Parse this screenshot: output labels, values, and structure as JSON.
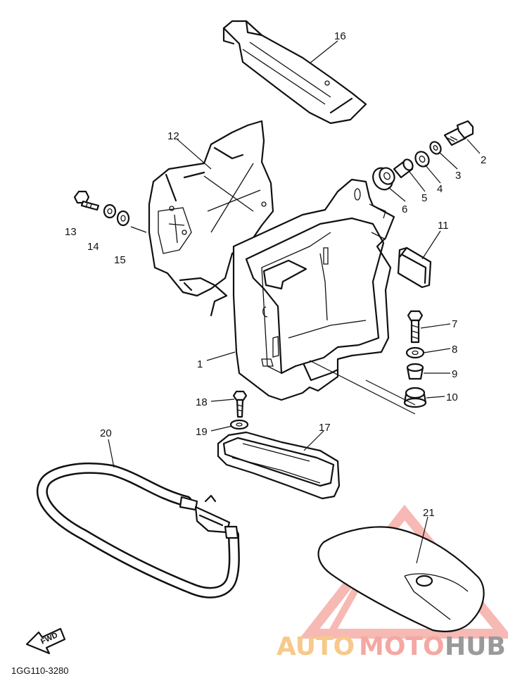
{
  "callouts": [
    "1",
    "2",
    "3",
    "4",
    "5",
    "6",
    "7",
    "8",
    "9",
    "10",
    "11",
    "12",
    "13",
    "14",
    "15",
    "16",
    "17",
    "18",
    "19",
    "20",
    "21"
  ],
  "figure_code": "1GG110-3280",
  "fwd_label": "FWD",
  "watermark": {
    "auto": "AUTO",
    "moto": "MOTO",
    "hub": "HUB"
  },
  "colors": {
    "line": "#111111",
    "watermark_red": "#f5a8a2",
    "watermark_orange": "#f7c98a",
    "watermark_gray": "#9a9a9a"
  }
}
